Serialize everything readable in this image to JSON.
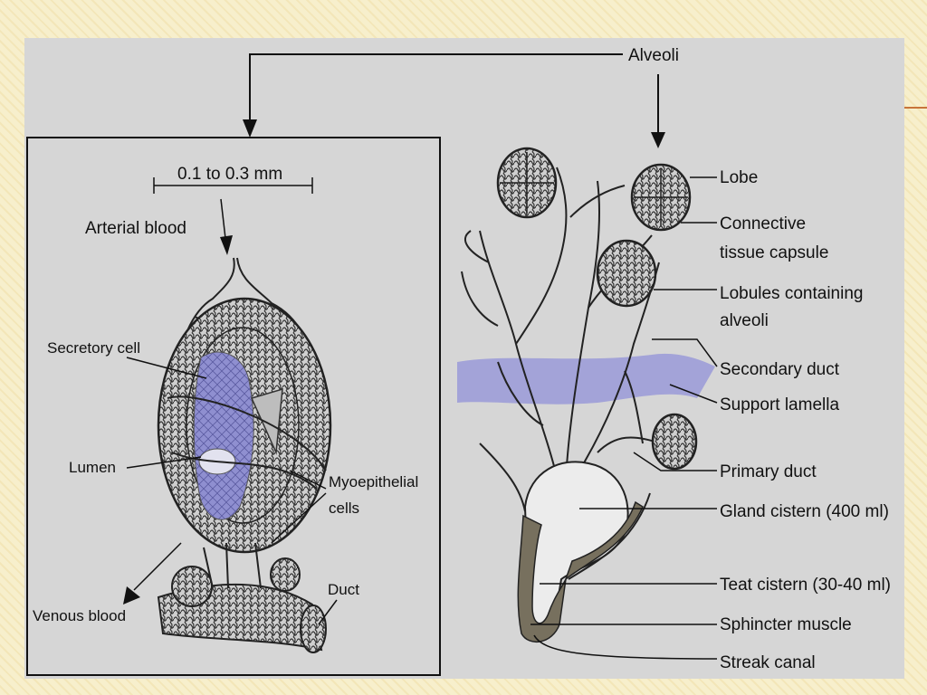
{
  "labels": {
    "alveoli": "Alveoli",
    "scale": "0.1 to 0.3 mm",
    "arterial_blood": "Arterial blood",
    "secretory_cell": "Secretory cell",
    "lumen": "Lumen",
    "myoepithelial_1": "Myoepithelial",
    "myoepithelial_2": "cells",
    "venous_blood": "Venous blood",
    "duct": "Duct",
    "lobe": "Lobe",
    "connective_1": "Connective",
    "connective_2": "tissue capsule",
    "lobules_1": "Lobules containing",
    "lobules_2": "alveoli",
    "secondary_duct": "Secondary duct",
    "support_lamella": "Support lamella",
    "primary_duct": "Primary duct",
    "gland_cistern": "Gland cistern (400 ml)",
    "teat_cistern": "Teat cistern (30-40 ml)",
    "sphincter": "Sphincter muscle",
    "streak_canal": "Streak canal"
  },
  "colors": {
    "slide_bg": "#d6d6d6",
    "lamella": "#9a9ad8",
    "teat_wall": "#77705e",
    "lumen": "#8f8fd0"
  }
}
